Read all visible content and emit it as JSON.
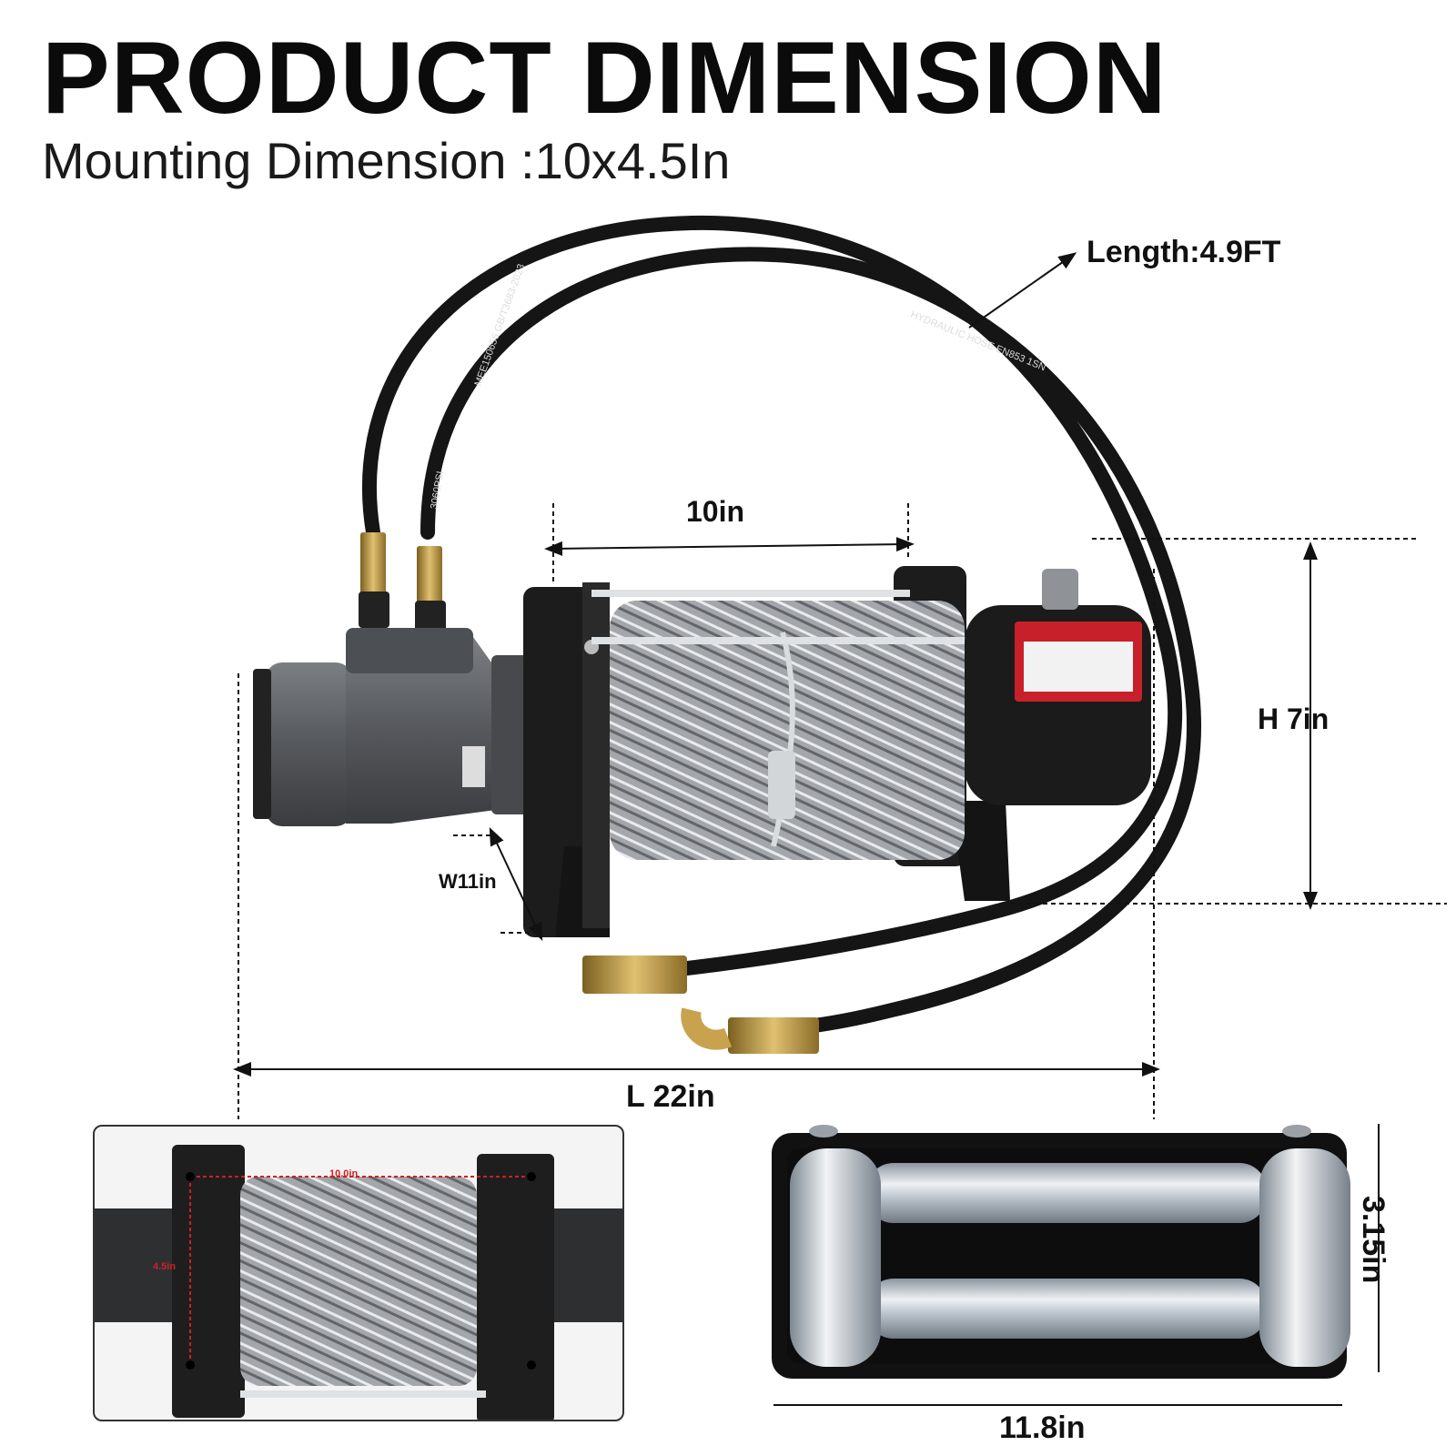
{
  "header": {
    "title": "PRODUCT DIMENSION",
    "subtitle": "Mounting Dimension :10x4.5In"
  },
  "dimensions": {
    "hose_length": "Length:4.9FT",
    "drum_width": "10in",
    "height": "H 7in",
    "width": "W11in",
    "length": "L 22in",
    "fairlead_length": "11.8in",
    "fairlead_height": "3.15in"
  },
  "inset": {
    "mount_width": "10.0in",
    "mount_height": "4.5in"
  },
  "product": {
    "hose_print_1": "HYDRAULIC HOSE EN853 1SN",
    "hose_print_2": "MEE150656 GB/T3683-2023",
    "hose_print_3": "3060PSI"
  },
  "colors": {
    "hose": "#151515",
    "motor": "#55585c",
    "frame": "#1c1c1c",
    "cable": "#9a9ea3",
    "brass": "#b8943c",
    "roller": "#a9b3bd",
    "warning_label": "#c8202a"
  }
}
